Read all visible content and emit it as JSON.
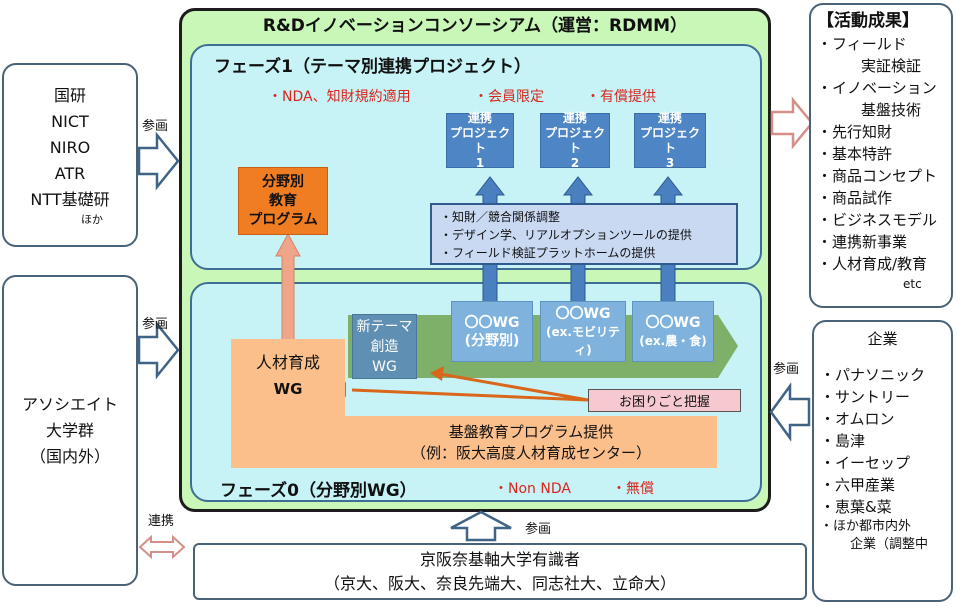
{
  "consortium_title": "R&Dイノベーションコンソーシアム（運営：RDMM）",
  "left_top": {
    "lines": [
      "国研",
      "NICT",
      "NIRO",
      "ATR",
      "NTT基礎研"
    ],
    "sub": "ほか"
  },
  "left_bottom": {
    "lines": [
      "アソシエイト",
      "大学群",
      "（国内外）"
    ]
  },
  "labels": {
    "participate": "参画",
    "collab": "連携"
  },
  "phase1": {
    "title": "フェーズ1（テーマ別連携プロジェクト）",
    "conditions": [
      "・NDA、知財規約適用",
      "・会員限定",
      "・有償提供"
    ],
    "projects": [
      {
        "lines": [
          "連携",
          "プロジェクト",
          "1"
        ]
      },
      {
        "lines": [
          "連携",
          "プロジェクト",
          "2"
        ]
      },
      {
        "lines": [
          "連携",
          "プロジェクト",
          "3"
        ]
      }
    ],
    "support": [
      "・知財／競合関係調整",
      "・デザイン学、リアルオプションツールの提供",
      "・フィールド検証プラットホームの提供"
    ]
  },
  "education_program": [
    "分野別",
    "教育",
    "プログラム"
  ],
  "phase0": {
    "title": "フェーズ0（分野別WG）",
    "conditions": [
      "・Non NDA",
      "・無償"
    ],
    "hr_wg": [
      "人材育成",
      "WG"
    ],
    "new_theme_wg": [
      "新テーマ創造",
      "WG"
    ],
    "wgs": [
      {
        "lines": [
          "〇〇WG",
          "(分野別)"
        ]
      },
      {
        "lines": [
          "〇〇WG",
          "(ex.モビリティ)"
        ]
      },
      {
        "lines": [
          "〇〇WG",
          "(ex.農・食)"
        ]
      }
    ],
    "trouble": "お困りごと把握",
    "basic_program": [
      "基盤教育プログラム提供",
      "（例：阪大高度人材育成センター）"
    ]
  },
  "results": {
    "title": "【活動成果】",
    "items": [
      "・フィールド",
      "実証検証",
      "・イノベーション",
      "基盤技術",
      "・先行知財",
      "・基本特許",
      "・商品コンセプト",
      "・商品試作",
      "・ビジネスモデル",
      "・連携新事業",
      "・人材育成/教育",
      "etc"
    ]
  },
  "companies": {
    "title": "企業",
    "items": [
      "・パナソニック",
      "・サントリー",
      "・オムロン",
      "・島津",
      "・イーセップ",
      "・六甲産業",
      "・恵葉&菜",
      "・ほか都市内外",
      "企業（調整中"
    ]
  },
  "bottom": {
    "lines": [
      "京阪奈基軸大学有識者",
      "（京大、阪大、奈良先端大、同志社大、立命大）"
    ]
  },
  "colors": {
    "consortium_bg": "#c9f7b8",
    "phase_bg": "#c7f3f7",
    "project_blue": "#4d85c5",
    "wg_blue": "#7fb3de",
    "orange": "#f07d22",
    "peach": "#fbbf8c",
    "condition_red": "#d8261d"
  }
}
